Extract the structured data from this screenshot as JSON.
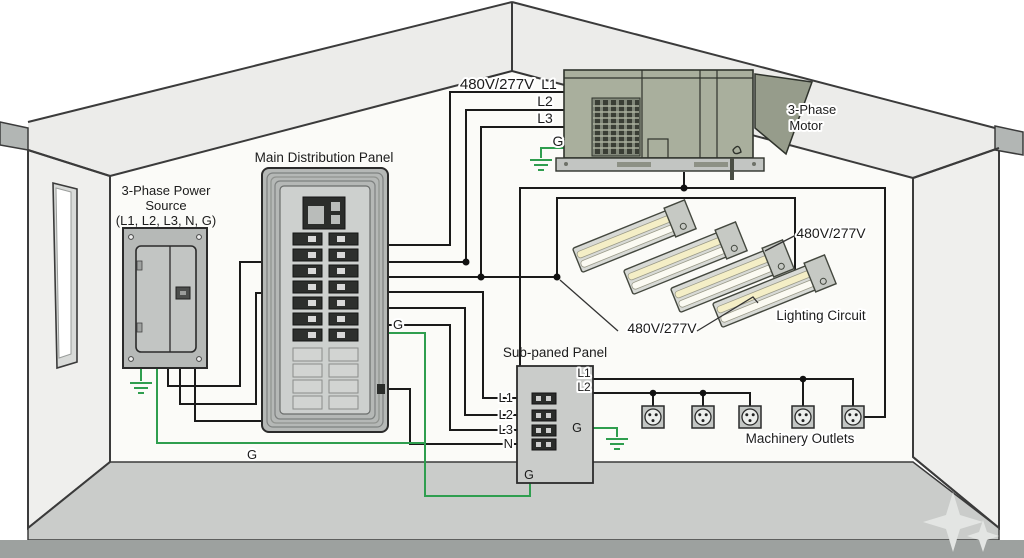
{
  "diagram": {
    "roof_voltage": "480V/277V",
    "motor": {
      "label_line1": "3-Phase",
      "label_line2": "Motor",
      "l1": "L1",
      "l2": "L2",
      "l3": "L3",
      "g": "G"
    },
    "source": {
      "line1": "3-Phase Power",
      "line2": "Source",
      "line3": "(L1, L2, L3, N, G)"
    },
    "main_panel": {
      "label": "Main Distribution Panel",
      "g": "G"
    },
    "ground_run_label": "G",
    "sub_panel": {
      "label": "Sub-paned Panel",
      "in_l1": "L1",
      "in_l2": "L2",
      "in_l3": "L3",
      "in_n": "N",
      "out_l1": "L1",
      "out_l2": "L2",
      "g_inside": "G",
      "g_bottom": "G"
    },
    "lighting": {
      "voltage_top": "480V/277V",
      "voltage_bottom": "480V/277V",
      "label": "Lighting Circuit"
    },
    "outlets": {
      "label": "Machinery Outlets"
    },
    "colors": {
      "wire": "#1a1a1a",
      "ground": "#2f9e4f",
      "motor_body": "#a9af9d",
      "panel_gray": "#b5b8b6"
    }
  }
}
